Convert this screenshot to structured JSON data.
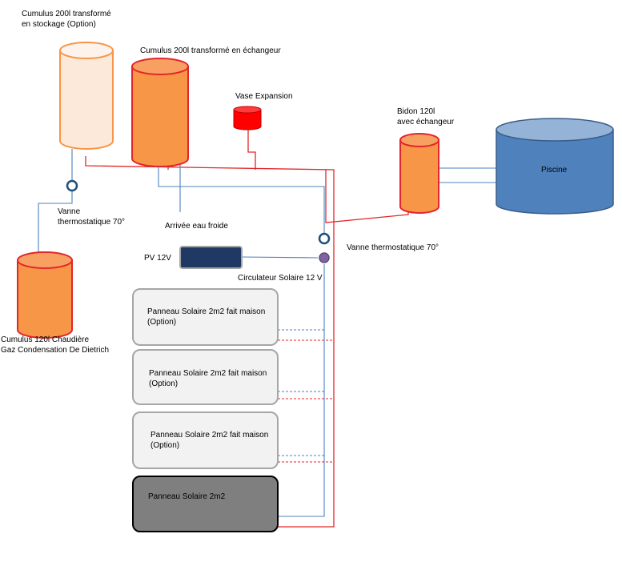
{
  "labels": {
    "cumulus_stockage": "Cumulus 200l  transformé\nen stockage (Option)",
    "cumulus_echangeur": "Cumulus 200l transformé en échangeur",
    "vase_expansion": "Vase Expansion",
    "bidon": "Bidon 120l\navec échangeur",
    "piscine": "Piscine",
    "vanne_left": "Vanne\nthermostatique 70°",
    "arrivee_eau": "Arrivée eau froide",
    "vanne_right": "Vanne thermostatique 70°",
    "pv": "PV 12V",
    "circulateur": "Circulateur Solaire 12 V",
    "cumulus_chaudiere": "Cumulus 120l  Chaudière\nGaz Condensation De Dietrich",
    "panel1": "Panneau Solaire 2m2 fait maison\n(Option)",
    "panel2": "Panneau Solaire 2m2 fait maison\n(Option)",
    "panel3": "Panneau Solaire 2m2 fait maison\n(Option)",
    "panel4": "Panneau Solaire 2m2"
  },
  "colors": {
    "pipe_red": "#e3262b",
    "pipe_blue": "#4f81bd",
    "tank_orange": "#f79646",
    "tank_red_stroke": "#e3262b",
    "tank_light": "#fde9d9",
    "tank_light_stroke": "#f79646",
    "pool_fill": "#4f81bd",
    "pool_top": "#95b3d7",
    "pool_stroke": "#385d8a",
    "panel_fill": "#f2f2f2",
    "panel_stroke": "#a6a6a6",
    "panel_main_fill": "#7f7f7f",
    "pv_fill": "#1f3864",
    "valve_stroke": "#1f4e79",
    "circulator_fill": "#8064a2"
  }
}
